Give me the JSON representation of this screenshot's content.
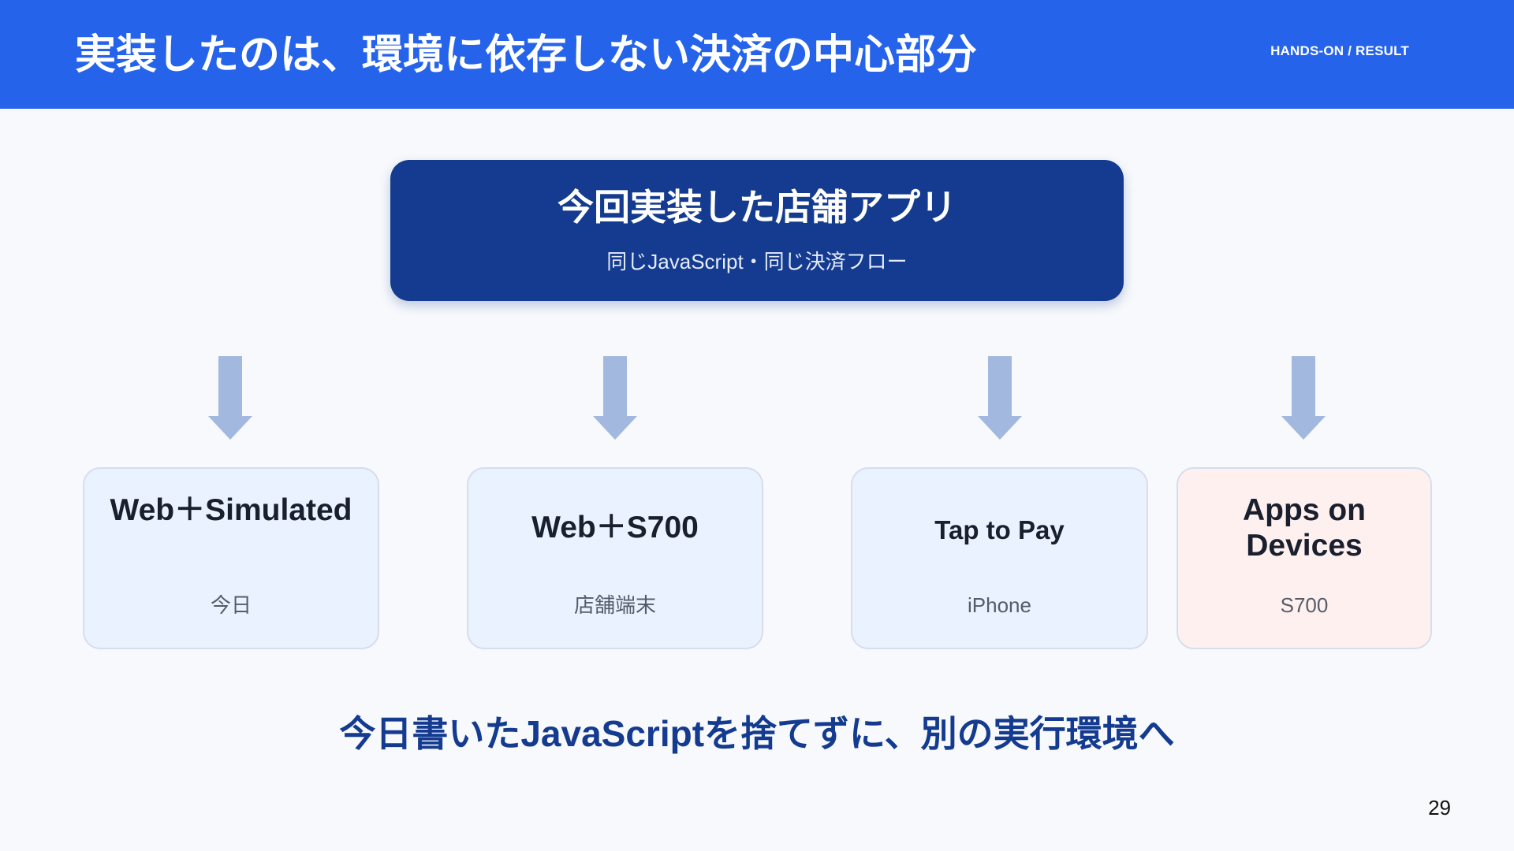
{
  "header": {
    "title": "実装したのは、環境に依存しない決済の中心部分",
    "tag": "HANDS-ON / RESULT"
  },
  "hub": {
    "title": "今回実装した店舗アプリ",
    "subtitle": "同じJavaScript・同じ決済フロー"
  },
  "targets": [
    {
      "title": "Web＋Simulated",
      "subtitle": "今日"
    },
    {
      "title": "Web＋S700",
      "subtitle": "店舗端末"
    },
    {
      "title": "Tap to Pay",
      "subtitle": "iPhone"
    },
    {
      "title": "Apps on Devices",
      "subtitle": "S700"
    }
  ],
  "tagline": "今日書いたJavaScriptを捨てずに、別の実行環境へ",
  "page_number": "29",
  "colors": {
    "header_bg": "#2563eb",
    "hub_bg": "#143b8f",
    "card_bg": "#eaf2ff",
    "card_bg_alt": "#fff0f0",
    "arrow": "#a2b8df",
    "tagline": "#143b8f"
  }
}
